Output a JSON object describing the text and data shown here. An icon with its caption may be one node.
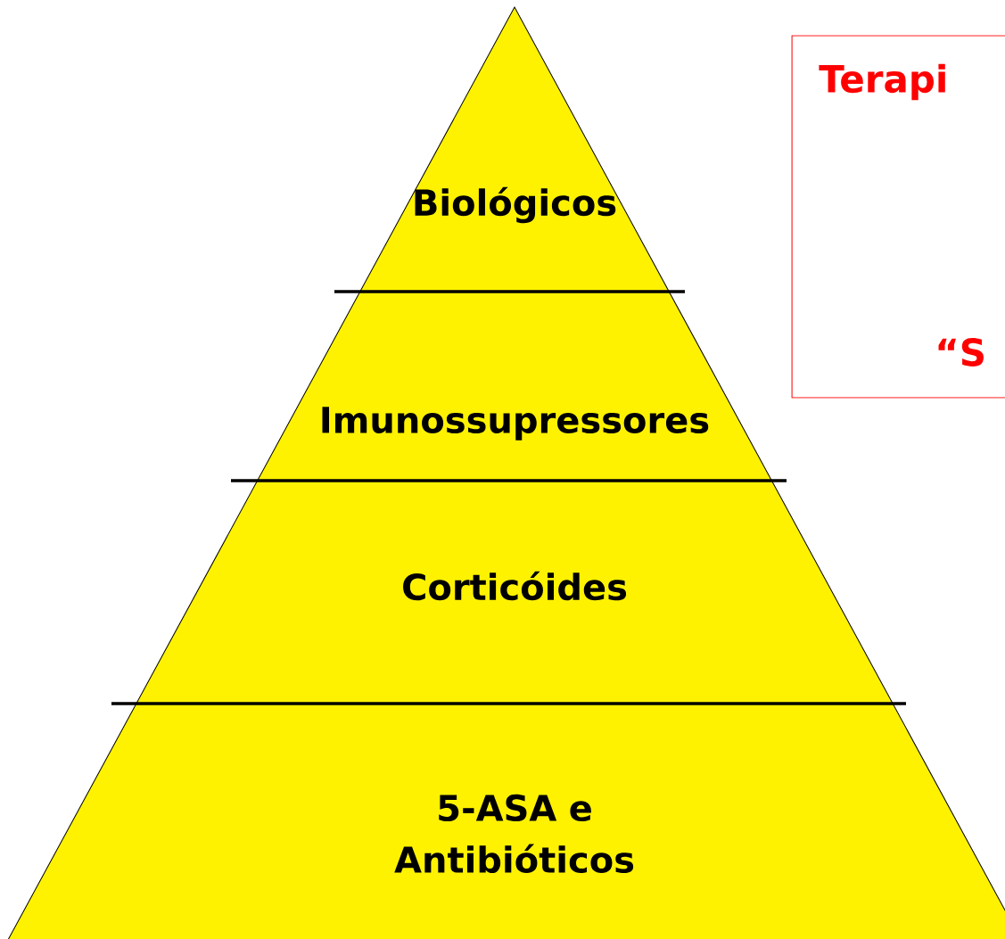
{
  "diagram": {
    "nodes": [
      {
        "text": [
          "Biológicos"
        ]
      },
      {
        "text": [
          "Imunossupressores"
        ]
      },
      {
        "text": [
          "Corticóides"
        ]
      },
      {
        "text": [
          "5-ASA e Antibióticos"
        ]
      },
      {
        "text": [
          "Terapi",
          "“S"
        ]
      }
    ]
  }
}
